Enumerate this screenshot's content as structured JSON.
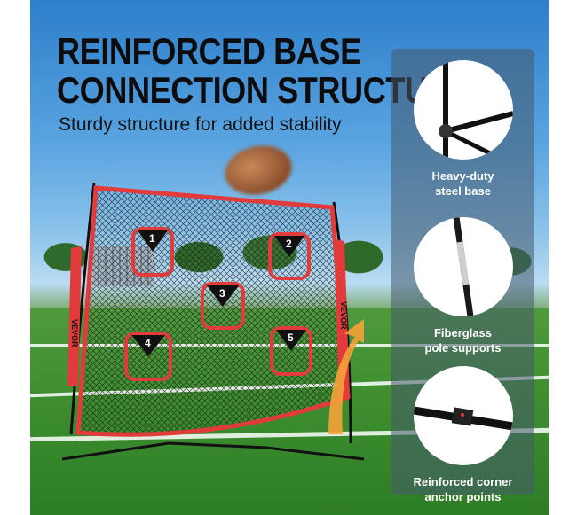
{
  "headline": {
    "title_line1": "REINFORCED BASE",
    "title_line2": "CONNECTION STRUCTURE",
    "subtitle": "Sturdy structure for added stability"
  },
  "net": {
    "brand_left": "VEVOR",
    "brand_right": "VEVOR",
    "targets": [
      "1",
      "2",
      "3",
      "4",
      "5"
    ]
  },
  "features": [
    {
      "icon": "steel-base-icon",
      "label": "Heavy-duty\nsteel base"
    },
    {
      "icon": "fiberglass-pole-icon",
      "label": "Fiberglass\npole supports"
    },
    {
      "icon": "corner-anchor-icon",
      "label": "Reinforced corner\nanchor points"
    }
  ],
  "colors": {
    "accent_red": "#e23b3b",
    "arrow_orange": "#f5a23a",
    "panel": "#46596e"
  }
}
